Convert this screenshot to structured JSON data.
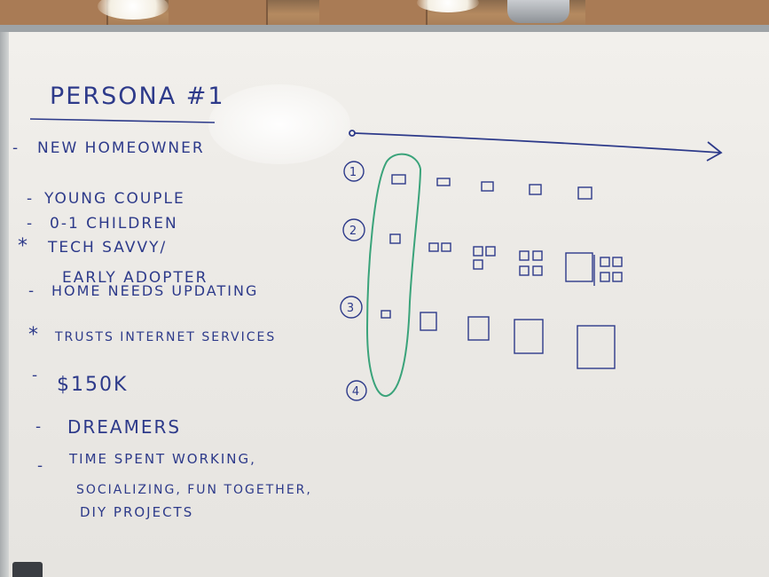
{
  "whiteboard": {
    "title": "PERSONA #1",
    "traits": [
      {
        "bullet": "-",
        "text": "NEW HOMEOWNER"
      },
      {
        "bullet": "-",
        "text": "YOUNG COUPLE"
      },
      {
        "bullet": "-",
        "text": "0-1 CHILDREN"
      },
      {
        "bullet": "*",
        "text": "TECH SAVVY/"
      },
      {
        "bullet": "",
        "text": "EARLY ADOPTER"
      },
      {
        "bullet": "-",
        "text": "HOME NEEDS UPDATING"
      },
      {
        "bullet": "*",
        "text": "TRUSTS INTERNET SERVICES"
      },
      {
        "bullet": "-",
        "text": "$150K"
      },
      {
        "bullet": "-",
        "text": "DREAMERS"
      },
      {
        "bullet": "-",
        "text": "TIME SPENT WORKING,"
      },
      {
        "bullet": "",
        "text": "SOCIALIZING, FUN TOGETHER,"
      },
      {
        "bullet": "",
        "text": "DIY PROJECTS"
      }
    ],
    "row_numbers": [
      "1",
      "2",
      "3",
      "4"
    ],
    "colors": {
      "marker_blue": "#2d3a8a",
      "marker_green": "#3aa37a",
      "board": "#eceae6"
    }
  }
}
